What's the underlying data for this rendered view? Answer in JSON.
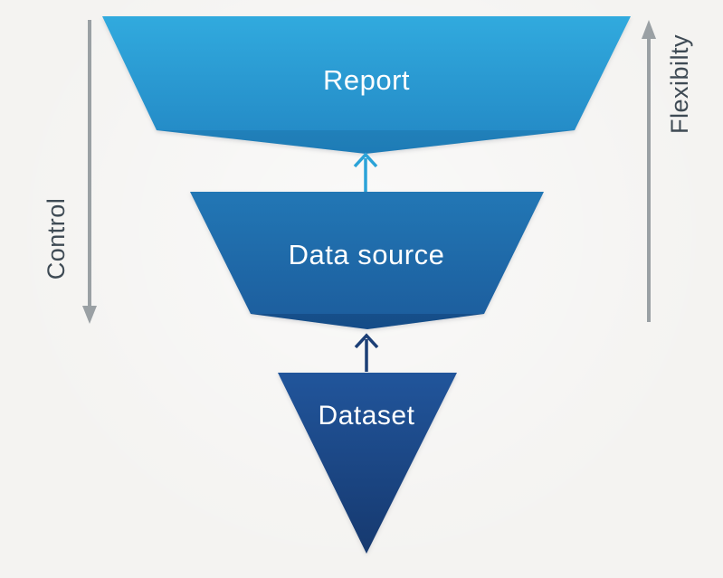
{
  "background_color": "#f4f3f1",
  "funnel": {
    "levels": [
      {
        "id": "report",
        "label": "Report"
      },
      {
        "id": "data-source",
        "label": "Data source"
      },
      {
        "id": "dataset",
        "label": "Dataset"
      }
    ],
    "connectors": [
      {
        "from": "dataset",
        "to": "data-source",
        "direction": "up"
      },
      {
        "from": "data-source",
        "to": "report",
        "direction": "up"
      }
    ]
  },
  "rails": {
    "left": {
      "label": "Control",
      "arrow_direction": "down"
    },
    "right": {
      "label": "Flexibilty",
      "arrow_direction": "up"
    }
  },
  "colors": {
    "report_gradient_top": "#31aade",
    "report_gradient_bottom": "#2286c3",
    "data_source_gradient_top": "#2277b5",
    "data_source_gradient_bottom": "#1c5c9c",
    "dataset_gradient_top": "#21559b",
    "dataset_gradient_bottom": "#16396f",
    "arrow_to_report": "#2ba3d8",
    "arrow_to_data_source": "#1c3f76",
    "rail_arrow_gray": "#9aa0a4",
    "rail_label_color": "#3e4a54",
    "shape_label_color": "#ffffff"
  }
}
